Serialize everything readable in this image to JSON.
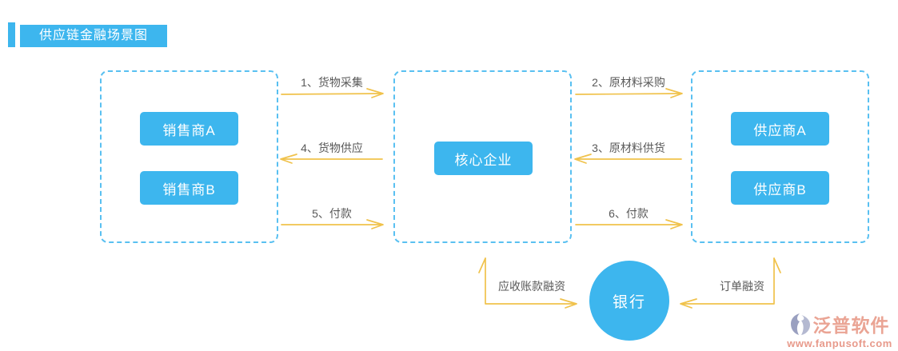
{
  "header": {
    "title": "供应链金融场景图"
  },
  "groups": {
    "sellers": {
      "nodes": [
        {
          "label": "销售商A"
        },
        {
          "label": "销售商B"
        }
      ]
    },
    "core": {
      "nodes": [
        {
          "label": "核心企业"
        }
      ]
    },
    "suppliers": {
      "nodes": [
        {
          "label": "供应商A"
        },
        {
          "label": "供应商B"
        }
      ]
    }
  },
  "flows": [
    {
      "label": "1、货物采集",
      "direction": "right"
    },
    {
      "label": "4、货物供应",
      "direction": "left"
    },
    {
      "label": "5、付款",
      "direction": "right"
    },
    {
      "label": "2、原材料采购",
      "direction": "right"
    },
    {
      "label": "3、原材料供货",
      "direction": "left"
    },
    {
      "label": "6、付款",
      "direction": "right"
    }
  ],
  "bank": {
    "label": "银行"
  },
  "financing": [
    {
      "label": "应收账款融资"
    },
    {
      "label": "订单融资"
    }
  ],
  "watermark": {
    "brand": "泛普软件",
    "url": "www.fanpusoft.com"
  },
  "colors": {
    "primary_blue": "#3db6ee",
    "dashed_border_blue": "#59c0f1",
    "arrow_gold": "#f0c24b",
    "flow_label_gray": "#595959",
    "watermark_salmon": "#eaa494",
    "watermark_icon_gray": "#9aa0c0"
  }
}
